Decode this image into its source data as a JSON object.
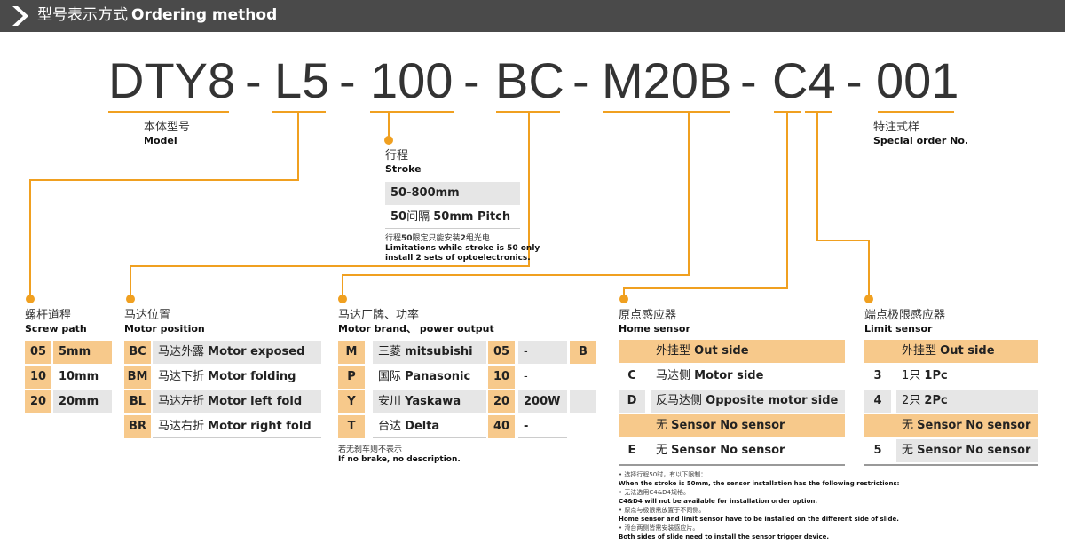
{
  "header": {
    "title_cn": "型号表示方式",
    "title_en": "Ordering method"
  },
  "code": [
    "DTY8",
    "-",
    "L5",
    "-",
    "100",
    "-",
    "BC",
    "-",
    "M20B",
    "-",
    "C4",
    "-",
    "001"
  ],
  "model": {
    "cn": "本体型号",
    "en": "Model"
  },
  "special": {
    "cn": "特注式样",
    "en": "Special order No."
  },
  "stroke": {
    "cn": "行程",
    "en": "Stroke",
    "range": "50-800mm",
    "pitch_num": "50",
    "pitch_cn": "间隔",
    "pitch_en": "50mm Pitch",
    "note_cn_a": "行程",
    "note_cn_b": "50",
    "note_cn_c": "限定只能安装",
    "note_cn_d": "2",
    "note_cn_e": "组光电",
    "note_en_1": "Limitations while stroke is 50 only",
    "note_en_2": "install 2 sets of optoelectronics."
  },
  "screw": {
    "cn": "螺杆道程",
    "en": "Screw path",
    "rows": [
      {
        "code": "05",
        "value": "5mm"
      },
      {
        "code": "10",
        "value": "10mm"
      },
      {
        "code": "20",
        "value": "20mm"
      }
    ]
  },
  "motor_pos": {
    "cn": "马达位置",
    "en": "Motor position",
    "rows": [
      {
        "code": "BC",
        "cn": "马达外露",
        "en": "Motor exposed"
      },
      {
        "code": "BM",
        "cn": "马达下折",
        "en": "Motor folding"
      },
      {
        "code": "BL",
        "cn": "马达左折",
        "en": "Motor left fold"
      },
      {
        "code": "BR",
        "cn": "马达右折",
        "en": "Motor right fold"
      }
    ]
  },
  "motor_brand": {
    "cn": "马达厂牌、功率",
    "en": "Motor brand、 power output",
    "rows": [
      {
        "code": "M",
        "cn": "三菱",
        "en": "mitsubishi",
        "pcode": "05",
        "pval": "-"
      },
      {
        "code": "P",
        "cn": "国际",
        "en": "Panasonic",
        "pcode": "10",
        "pval": "-"
      },
      {
        "code": "Y",
        "cn": "安川",
        "en": "Yaskawa",
        "pcode": "20",
        "pval": "200W"
      },
      {
        "code": "T",
        "cn": "台达",
        "en": "Delta",
        "pcode": "40",
        "pval": "-"
      }
    ],
    "brake": "B",
    "note_cn": "若无刹车则不表示",
    "note_en": "If no brake, no description."
  },
  "home": {
    "cn": "原点感应器",
    "en": "Home sensor",
    "rows": [
      {
        "code": "",
        "cn": "外挂型",
        "en": "Out side"
      },
      {
        "code": "C",
        "cn": "马达侧",
        "en": "Motor side"
      },
      {
        "code": "D",
        "cn": "反马达侧",
        "en": "Opposite motor side"
      },
      {
        "code": "",
        "cn": "无",
        "en": "Sensor No sensor"
      },
      {
        "code": "E",
        "cn": "无",
        "en": "Sensor No sensor"
      }
    ],
    "notes": [
      {
        "cn": "• 选择行程50时，有以下限制：",
        "en": "When the stroke is 50mm, the sensor installation has the following restrictions:"
      },
      {
        "cn": "• 无法选用C4&D4规格。",
        "en": "C4&D4 will not be available for installation order option."
      },
      {
        "cn": "• 原点与极限需放置于不同侧。",
        "en": "Home sensor and limit sensor have to be installed on the different side of slide."
      },
      {
        "cn": "• 滑台两侧皆需安装感应片。",
        "en": "Both sides of slide need to install the sensor trigger device."
      }
    ]
  },
  "limit": {
    "cn": "端点极限感应器",
    "en": "Limit sensor",
    "rows": [
      {
        "code": "",
        "cn": "外挂型",
        "en": "Out side"
      },
      {
        "code": "3",
        "cn": "1只",
        "en": "1Pc"
      },
      {
        "code": "4",
        "cn": "2只",
        "en": "2Pc"
      },
      {
        "code": "",
        "cn": "无",
        "en": "Sensor No sensor"
      },
      {
        "code": "5",
        "cn": "无",
        "en": "Sensor No sensor"
      }
    ]
  },
  "colors": {
    "accent": "#f0a020",
    "header_bg": "#4a4a4a",
    "cell_orange": "#f7c98b",
    "cell_gray": "#e6e6e6"
  }
}
